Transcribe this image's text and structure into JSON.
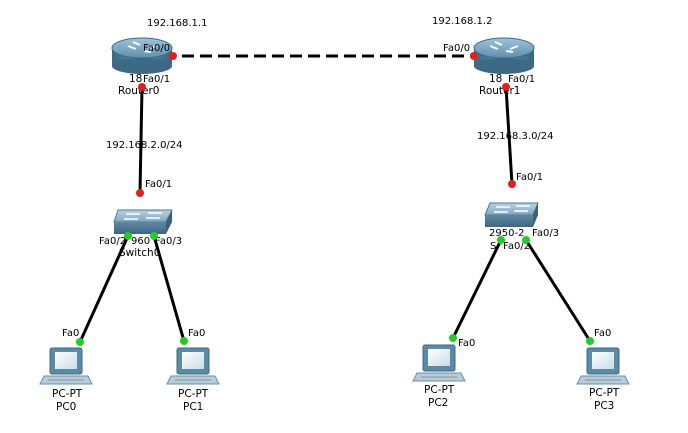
{
  "colors": {
    "link": "#000000",
    "port_down": "#e02020",
    "port_up": "#22cc22",
    "router_body": "#4c7d9a",
    "switch_body": "#6e98b0",
    "pc_body": "#5b8aa7"
  },
  "routers": [
    {
      "id": "router0",
      "name": "Router0",
      "model_fragment": "18",
      "ip_top": "192.168.1.1",
      "port_top": "Fa0/0",
      "port_bottom": "Fa0/1"
    },
    {
      "id": "router1",
      "name": "Router1",
      "model_fragment": "18",
      "ip_top": "192.168.1.2",
      "port_top": "Fa0/0",
      "port_bottom": "Fa0/1"
    }
  ],
  "networks": {
    "left": "192.168.2.0/24",
    "right": "192.168.3.0/24"
  },
  "switches": [
    {
      "id": "switch0",
      "name": "Switch0",
      "uplink_port": "Fa0/1",
      "port_a": "Fa0/2",
      "model_fragment": "960",
      "port_b": "Fa0/3"
    },
    {
      "id": "switch1",
      "name": "S",
      "model_fragment": "2950-2",
      "uplink_port": "Fa0/1",
      "port_a": "Fa0/2",
      "port_b": "Fa0/3"
    }
  ],
  "pcs": [
    {
      "id": "pc0",
      "type": "PC-PT",
      "name": "PC0",
      "port": "Fa0"
    },
    {
      "id": "pc1",
      "type": "PC-PT",
      "name": "PC1",
      "port": "Fa0"
    },
    {
      "id": "pc2",
      "type": "PC-PT",
      "name": "PC2",
      "port": "Fa0"
    },
    {
      "id": "pc3",
      "type": "PC-PT",
      "name": "PC3",
      "port": "Fa0"
    }
  ],
  "icons": {
    "router": "router-icon",
    "switch": "switch-icon",
    "pc": "pc-icon"
  }
}
